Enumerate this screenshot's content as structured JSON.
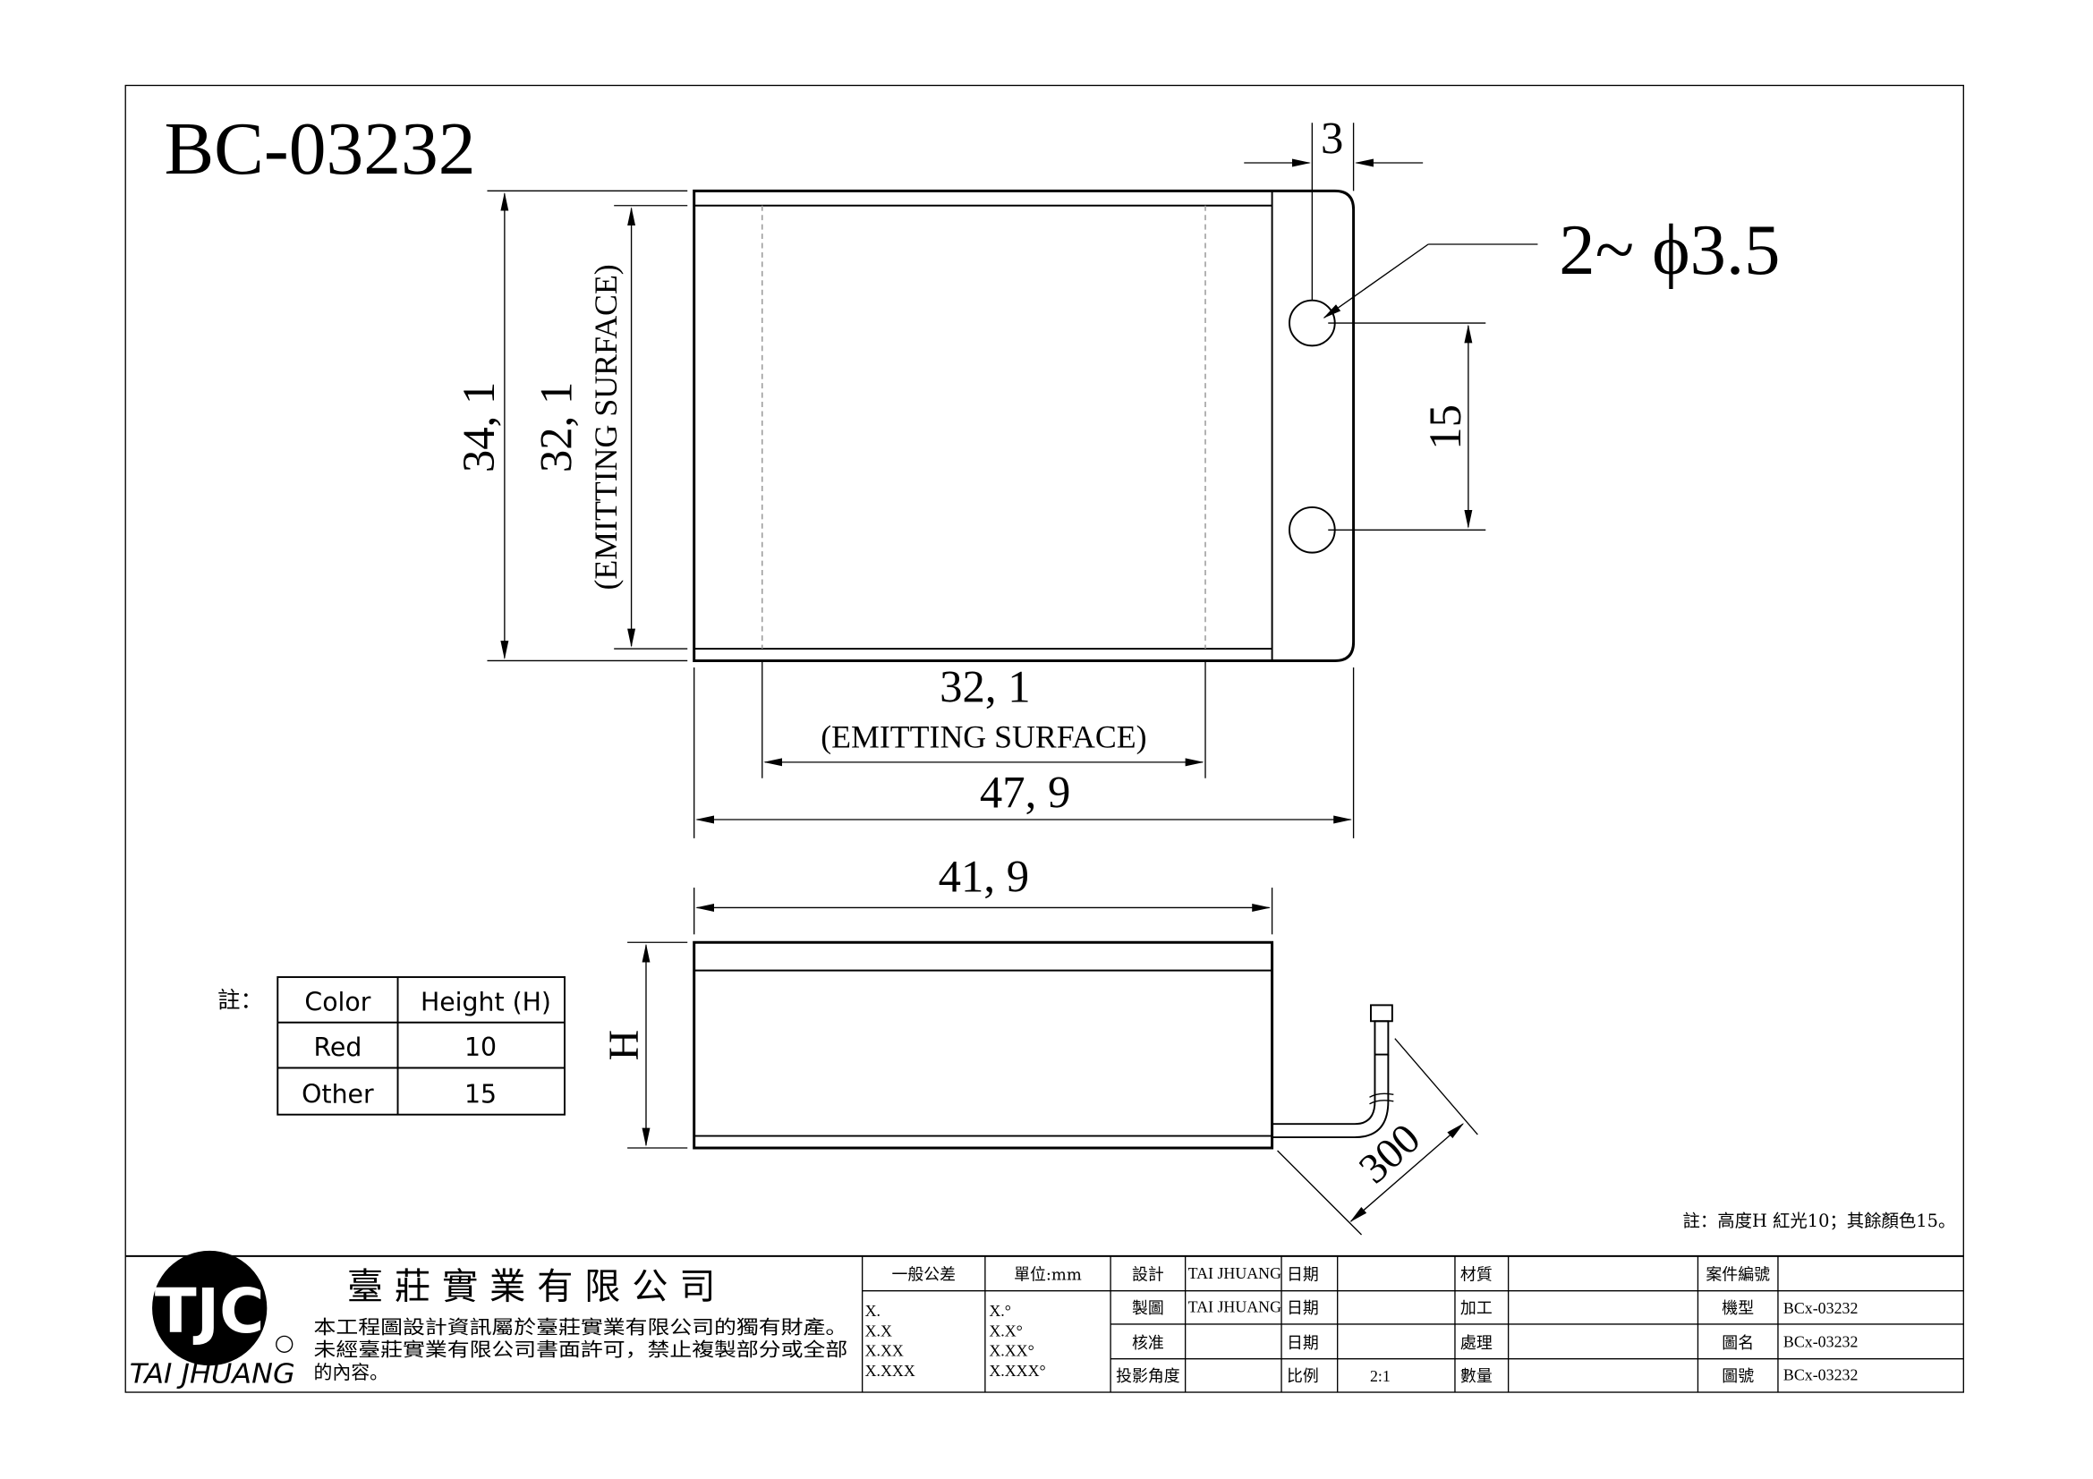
{
  "drawing": {
    "part_number": "BC-03232",
    "dims": {
      "width_total": "47, 9",
      "emitting_width": "32, 1",
      "emitting_height": "32, 1",
      "height_total": "34, 1",
      "emitting_label": "(EMITTING SURFACE)",
      "side_length": "41, 9",
      "height_symbol": "H",
      "hole_offset": "3",
      "hole_pitch": "15",
      "holes": "2~ ϕ3.5",
      "cable_length": "300"
    },
    "note_prefix": "註：",
    "height_table": {
      "headers": [
        "Color",
        "Height (H)"
      ],
      "rows": [
        [
          "Red",
          "10"
        ],
        [
          "Other",
          "15"
        ]
      ]
    },
    "footnote": "註：高度H 紅光10；其餘顏色15。"
  },
  "title_block": {
    "logo_text": "TAI JHUANG",
    "company": "臺 莊 實 業 有 限 公 司",
    "copyright_lines": [
      "本工程圖設計資訊屬於臺莊實業有限公司的獨有財產。",
      "未經臺莊實業有限公司書面許可，禁止複製部分或全部",
      "的內容。"
    ],
    "tolerance_label": "一般公差",
    "unit_label": "單位:mm",
    "tol_linear": [
      "X.",
      "X.X",
      "X.XX",
      "X.XXX"
    ],
    "tol_angular": [
      "X.°",
      "X.X°",
      "X.XX°",
      "X.XXX°"
    ],
    "design_label": "設計",
    "design_value": "TAI JHUANG",
    "drawn_label": "製圖",
    "drawn_value": "TAI JHUANG",
    "approve_label": "核准",
    "projection_label": "投影角度",
    "date_label": "日期",
    "scale_label": "比例",
    "scale_value": "2:1",
    "material_label": "材質",
    "process_label": "加工",
    "treatment_label": "處理",
    "quantity_label": "數量",
    "case_no_label": "案件編號",
    "model_label": "機型",
    "model_value": "BCx-03232",
    "name_label": "圖名",
    "name_value": "BCx-03232",
    "drawing_no_label": "圖號",
    "drawing_no_value": "BCx-03232"
  }
}
